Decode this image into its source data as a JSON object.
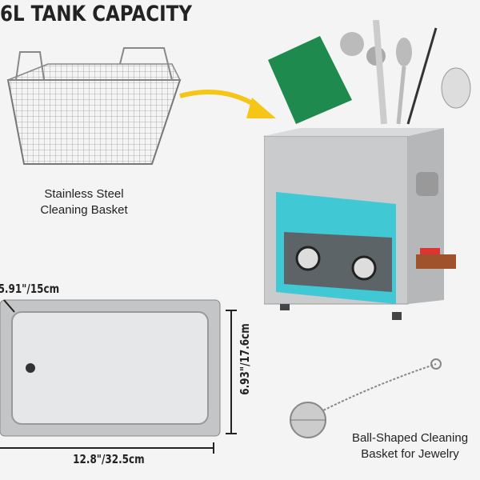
{
  "title": "6L TANK CAPACITY",
  "basket_caption": {
    "line1": "Stainless Steel",
    "line2": "Cleaning Basket"
  },
  "dimensions": {
    "depth": "5.91\"/15cm",
    "width": "12.8\"/32.5cm",
    "height": "6.93\"/17.6cm"
  },
  "ball_caption": {
    "line1": "Ball-Shaped Cleaning",
    "line2": "Basket for Jewelry"
  },
  "colors": {
    "panel": "#40c8d4",
    "arrow": "#f5c518",
    "steel": "#c9cbcc"
  }
}
